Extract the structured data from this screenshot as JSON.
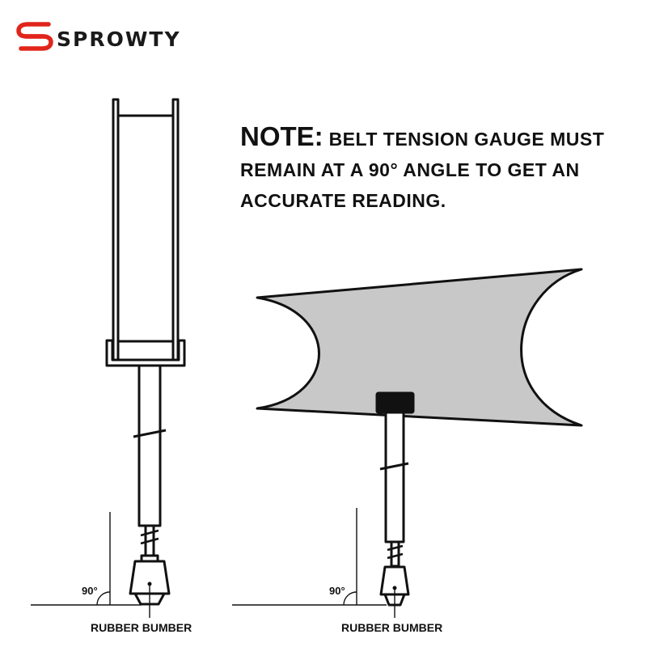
{
  "brand": {
    "name": "SPROWTY",
    "accent_color": "#e1251b",
    "logo_icon": "s-swoosh-logo-icon"
  },
  "note": {
    "lead": "NOTE:",
    "body": "BELT TENSION GAUGE MUST REMAIN AT A 90° ANGLE TO GET AN ACCURATE READING."
  },
  "diagrams": [
    {
      "view": "side",
      "angle_label": "90°",
      "part_label": "RUBBER BUMBER"
    },
    {
      "view": "front",
      "angle_label": "90°",
      "part_label": "RUBBER BUMBER",
      "belt_fill_color": "#c8c8c8"
    }
  ]
}
